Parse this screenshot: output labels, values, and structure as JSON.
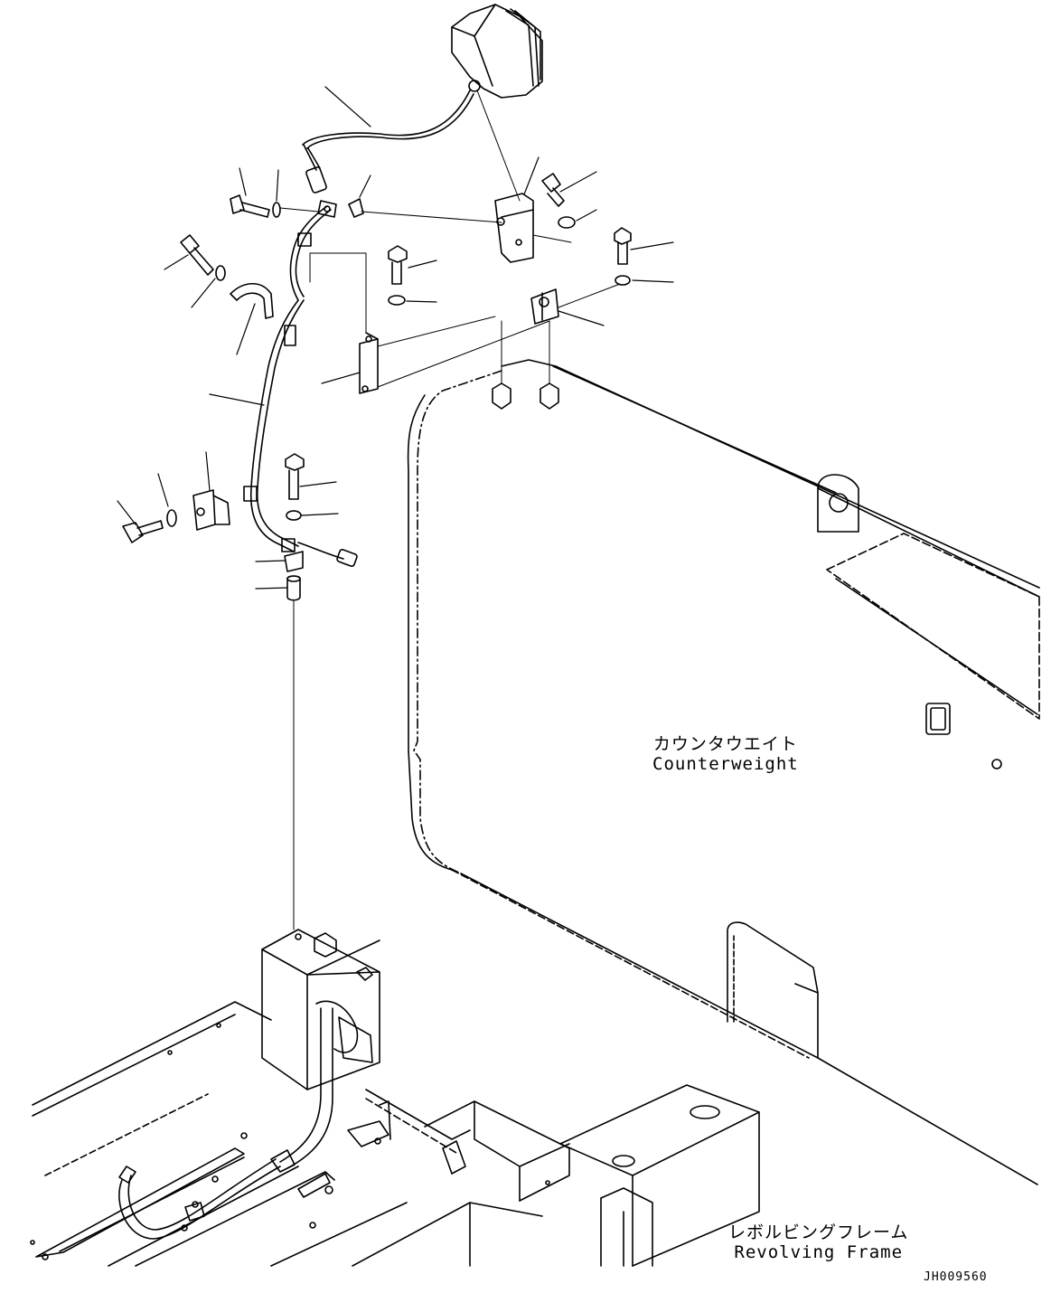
{
  "labels": {
    "counterweight_jp": "カウンタウエイト",
    "counterweight_en": "Counterweight",
    "revolving_frame_jp": "レボルビングフレーム",
    "revolving_frame_en": "Revolving Frame"
  },
  "drawing_id": "JH009560",
  "colors": {
    "line": "#000000",
    "background": "#ffffff"
  }
}
